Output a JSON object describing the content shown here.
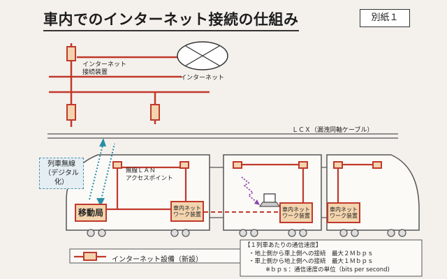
{
  "title": "車内でのインターネット接続の仕組み",
  "attachment_label": "別紙１",
  "ground": {
    "internet_device_label": [
      "インターネット",
      "接続装置"
    ],
    "internet_label": "インターネット"
  },
  "lcx_label": "ＬＣＸ（漏洩同軸ケーブル）",
  "train_radio_label": [
    "列車無線",
    "（デジタル化）"
  ],
  "wireless_lan_label": [
    "無線ＬＡＮ",
    "アクセスポイント"
  ],
  "mobile_station_label": "移動局",
  "network_device_label": [
    "車内ネット",
    "ワーク装置"
  ],
  "legend": {
    "label": "インターネット設備（新設）"
  },
  "speed_box": {
    "heading": "【１列車あたりの通信速度】",
    "lines": [
      "・地上側から車上側への接続　最大２Ｍｂｐｓ",
      "・車上側から地上側への接続　最大１Ｍｂｐｓ",
      "※ｂｐｓ：通信速度の単位（bits per second)"
    ]
  },
  "colors": {
    "red_line": "#c0392b",
    "device_fill": "#f3d4ae",
    "wireless_arrow": "#2a8fa6",
    "wifi_arrow": "#8e44ad"
  },
  "icons": {
    "internet": "cloud-x-icon",
    "laptop": "laptop-icon"
  }
}
